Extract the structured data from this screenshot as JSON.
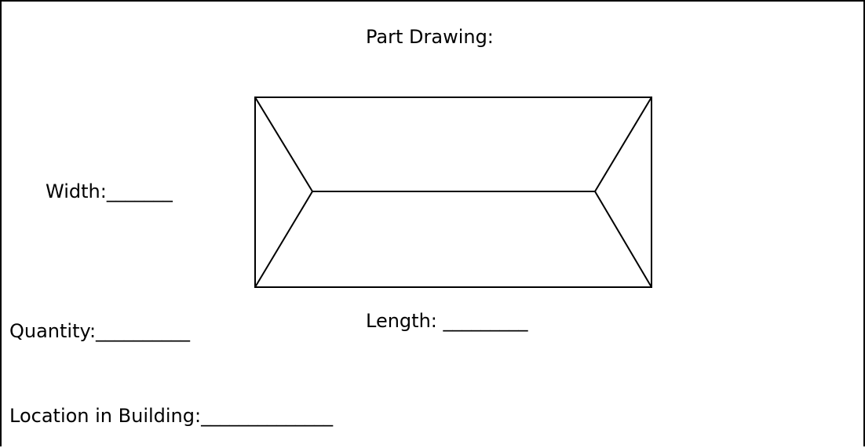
{
  "form": {
    "title": "Part Drawing:",
    "width_label": "Width:_______",
    "length_label": "Length: _________",
    "quantity_label": "Quantity:__________",
    "location_label": "Location in Building:______________"
  },
  "colors": {
    "line": "#000000",
    "background": "#ffffff"
  }
}
